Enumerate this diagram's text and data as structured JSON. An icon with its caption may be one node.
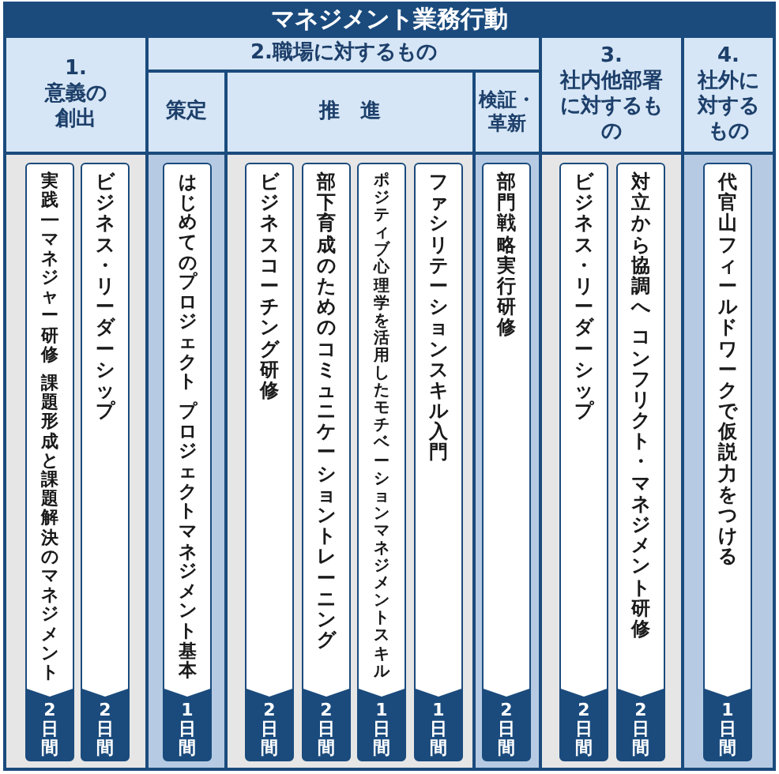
{
  "diagram": {
    "title": "マネジメント業務行動",
    "nodes": [
      {
        "text": [
          "1.",
          "意義の創出"
        ]
      },
      {
        "text": [
          "実践―マネジャー研修",
          "課題形成と課題解決のマネジメント",
          "2日間"
        ],
        "in": 0
      },
      {
        "text": [
          "ビジネス・リーダーシップ",
          "2日間"
        ],
        "in": 0
      },
      {
        "text": [
          "2.職場に対するもの"
        ]
      },
      {
        "text": [
          "策定"
        ],
        "in": 3
      },
      {
        "text": [
          "はじめてのプロジェクト",
          "プロジェクトマネジメント基本",
          "1日間"
        ],
        "in": 4
      },
      {
        "text": [
          "推　進"
        ],
        "in": 3
      },
      {
        "text": [
          "ビジネスコーチング研修",
          "2日間"
        ],
        "in": 6
      },
      {
        "text": [
          "部下育成のためのコミュニケーショントレーニング",
          "2日間"
        ],
        "in": 6
      },
      {
        "text": [
          "ポジティブ心理学を活用したモチベーションマネジメントスキル",
          "1日間"
        ],
        "in": 6
      },
      {
        "text": [
          "ファシリテーションスキル入門",
          "1日間"
        ],
        "in": 6
      },
      {
        "text": [
          "検証・革新"
        ],
        "in": 3
      },
      {
        "text": [
          "部門戦略実行研修",
          "2日間"
        ],
        "in": 11
      },
      {
        "text": [
          "3.",
          "社内他部署に対するもの"
        ]
      },
      {
        "text": [
          "ビジネス・リーダーシップ",
          "2日間"
        ],
        "in": 13
      },
      {
        "text": [
          "対立から協調へ",
          "コンフリクト・マネジメント研修",
          "2日間"
        ],
        "in": 13
      },
      {
        "text": [
          "4.",
          "社外に対するもの"
        ]
      },
      {
        "text": [
          "代官山フィールドワークで仮説力をつける",
          "1日間"
        ],
        "in": 16
      }
    ]
  }
}
